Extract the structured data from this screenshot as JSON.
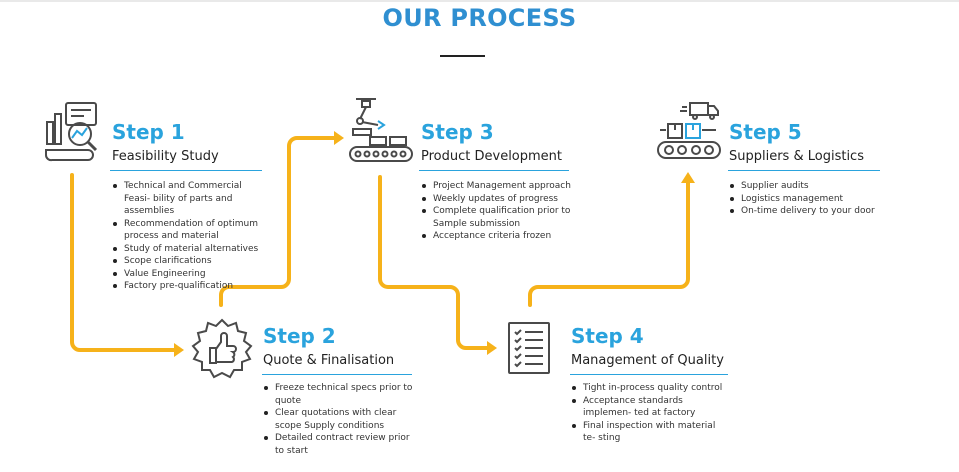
{
  "page": {
    "title": "OUR PROCESS"
  },
  "steps": [
    {
      "label": "Step 1",
      "subtitle": "Feasibility Study",
      "icon": "feasibility-chart-icon",
      "bullets": [
        "Technical and Commercial Feasi- bility of parts and assemblies",
        "Recommendation of optimum process and material",
        "Study of material alternatives",
        "Scope clarifications",
        "Value Engineering",
        "Factory pre-qualification"
      ]
    },
    {
      "label": "Step 2",
      "subtitle": "Quote & Finalisation",
      "icon": "thumbs-up-badge-icon",
      "bullets": [
        "Freeze technical specs prior to quote",
        "Clear quotations with clear scope Supply conditions",
        "Detailed contract review prior to start"
      ]
    },
    {
      "label": "Step 3",
      "subtitle": "Product Development",
      "icon": "robotic-arm-conveyor-icon",
      "bullets": [
        "Project Management approach",
        "Weekly updates of progress",
        "Complete qualification prior to Sample submission",
        "Acceptance criteria frozen"
      ]
    },
    {
      "label": "Step 4",
      "subtitle": "Management of Quality",
      "icon": "checklist-icon",
      "bullets": [
        "Tight in-process quality control",
        "Acceptance standards implemen- ted at factory",
        "Final inspection with material te- sting"
      ]
    },
    {
      "label": "Step 5",
      "subtitle": "Suppliers & Logistics",
      "icon": "truck-conveyor-icon",
      "bullets": [
        "Supplier audits",
        "Logistics management",
        "On-time delivery to your door"
      ]
    }
  ],
  "colors": {
    "accent_blue": "#2aa3dd",
    "title_blue": "#2f8fd1",
    "arrow_yellow": "#f6b21a",
    "icon_gray": "#4a4a4a"
  }
}
